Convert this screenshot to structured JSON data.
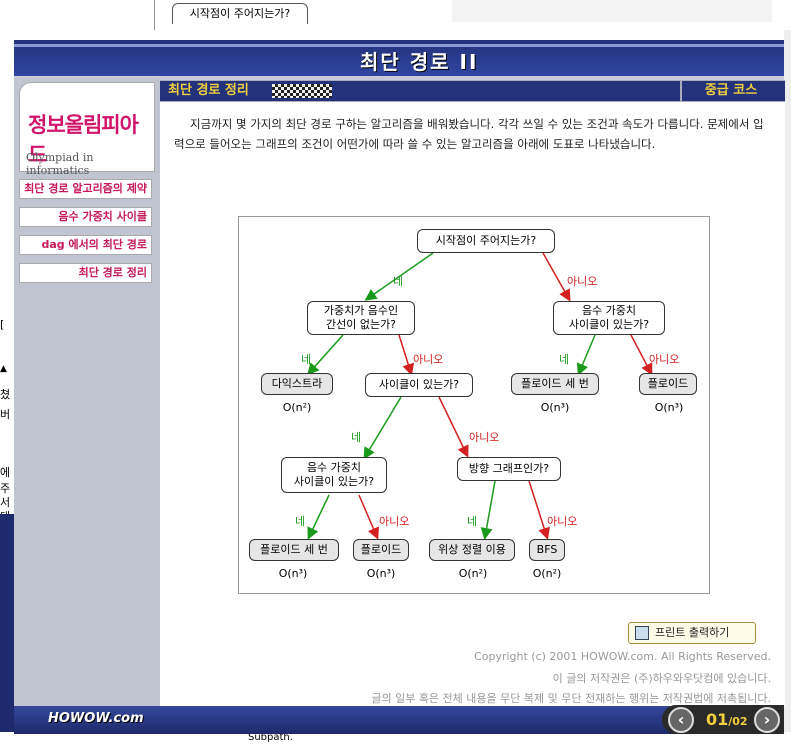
{
  "background": {
    "tab_label": "시작점이 주어지는가?",
    "left_fragments": [
      "[",
      "▲",
      "쳤",
      "버",
      "에",
      "주",
      "서",
      "대"
    ],
    "bottom_fragment": "Subpath."
  },
  "header": {
    "title": "최단 경로 II"
  },
  "logo": {
    "korean": "정보올림피아드",
    "english": "Olympiad in informatics"
  },
  "sidebar": {
    "items": [
      {
        "label": "최단 경로 알고리즘의 제약"
      },
      {
        "label": "음수 가중치 사이클"
      },
      {
        "label": "dag 에서의 최단 경로"
      },
      {
        "label": "최단 경로 정리"
      }
    ]
  },
  "section_bar": {
    "title": "최단 경로 정리",
    "course": "중급 코스"
  },
  "intro": "지금까지 몇 가지의 최단 경로 구하는 알고리즘을 배워봤습니다. 각각 쓰일 수 있는 조건과 속도가 다릅니다. 문제에서 입력으로 들어오는 그래프의 조건이 어떤가에 따라 쓸 수 있는 알고리즘을 아래에 도표로 나타냈습니다.",
  "diagram": {
    "yes": "네",
    "no": "아니오",
    "q_start": "시작점이 주어지는가?",
    "q_neg_edge_1": "가중치가 음수인",
    "q_neg_edge_2": "간선이 없는가?",
    "q_neg_cycle_a_1": "음수 가중치",
    "q_neg_cycle_a_2": "사이클이 있는가?",
    "q_cycle": "사이클이 있는가?",
    "q_neg_cycle_b_1": "음수 가중치",
    "q_neg_cycle_b_2": "사이클이 있는가?",
    "q_directed": "방향 그래프인가?",
    "leaf_dijkstra": "다익스트라",
    "leaf_floyd_3_a": "플로이드 세 번",
    "leaf_floyd_a": "플로이드",
    "leaf_floyd_3_b": "플로이드 세 번",
    "leaf_floyd_b": "플로이드",
    "leaf_topo": "위상 정렬 이용",
    "leaf_bfs": "BFS",
    "cx_dijkstra": "O(n²)",
    "cx_floyd_3_a": "O(n³)",
    "cx_floyd_a": "O(n³)",
    "cx_floyd_3_b": "O(n³)",
    "cx_floyd_b": "O(n³)",
    "cx_topo": "O(n²)",
    "cx_bfs": "O(n²)"
  },
  "print_button": "프린트 출력하기",
  "footer": {
    "copyright": "Copyright (c) 2001 HOWOW.com. All Rights Reserved.",
    "owner": "이 글의 저작권은 (주)하우와우닷컴에 있습니다.",
    "warning": "글의 일부 혹은 전체 내용을 무단 복제 및 무단 전재하는 행위는 저작권법에 저촉됩니다."
  },
  "bottom": {
    "brand": "HOWOW.com",
    "page_current": "01",
    "page_total": "/02"
  },
  "colors": {
    "yes": "#1a9a1a",
    "no": "#d32020",
    "menu": "#c51a5a",
    "accent": "#f0d040",
    "frame": "#2a3c8c"
  }
}
